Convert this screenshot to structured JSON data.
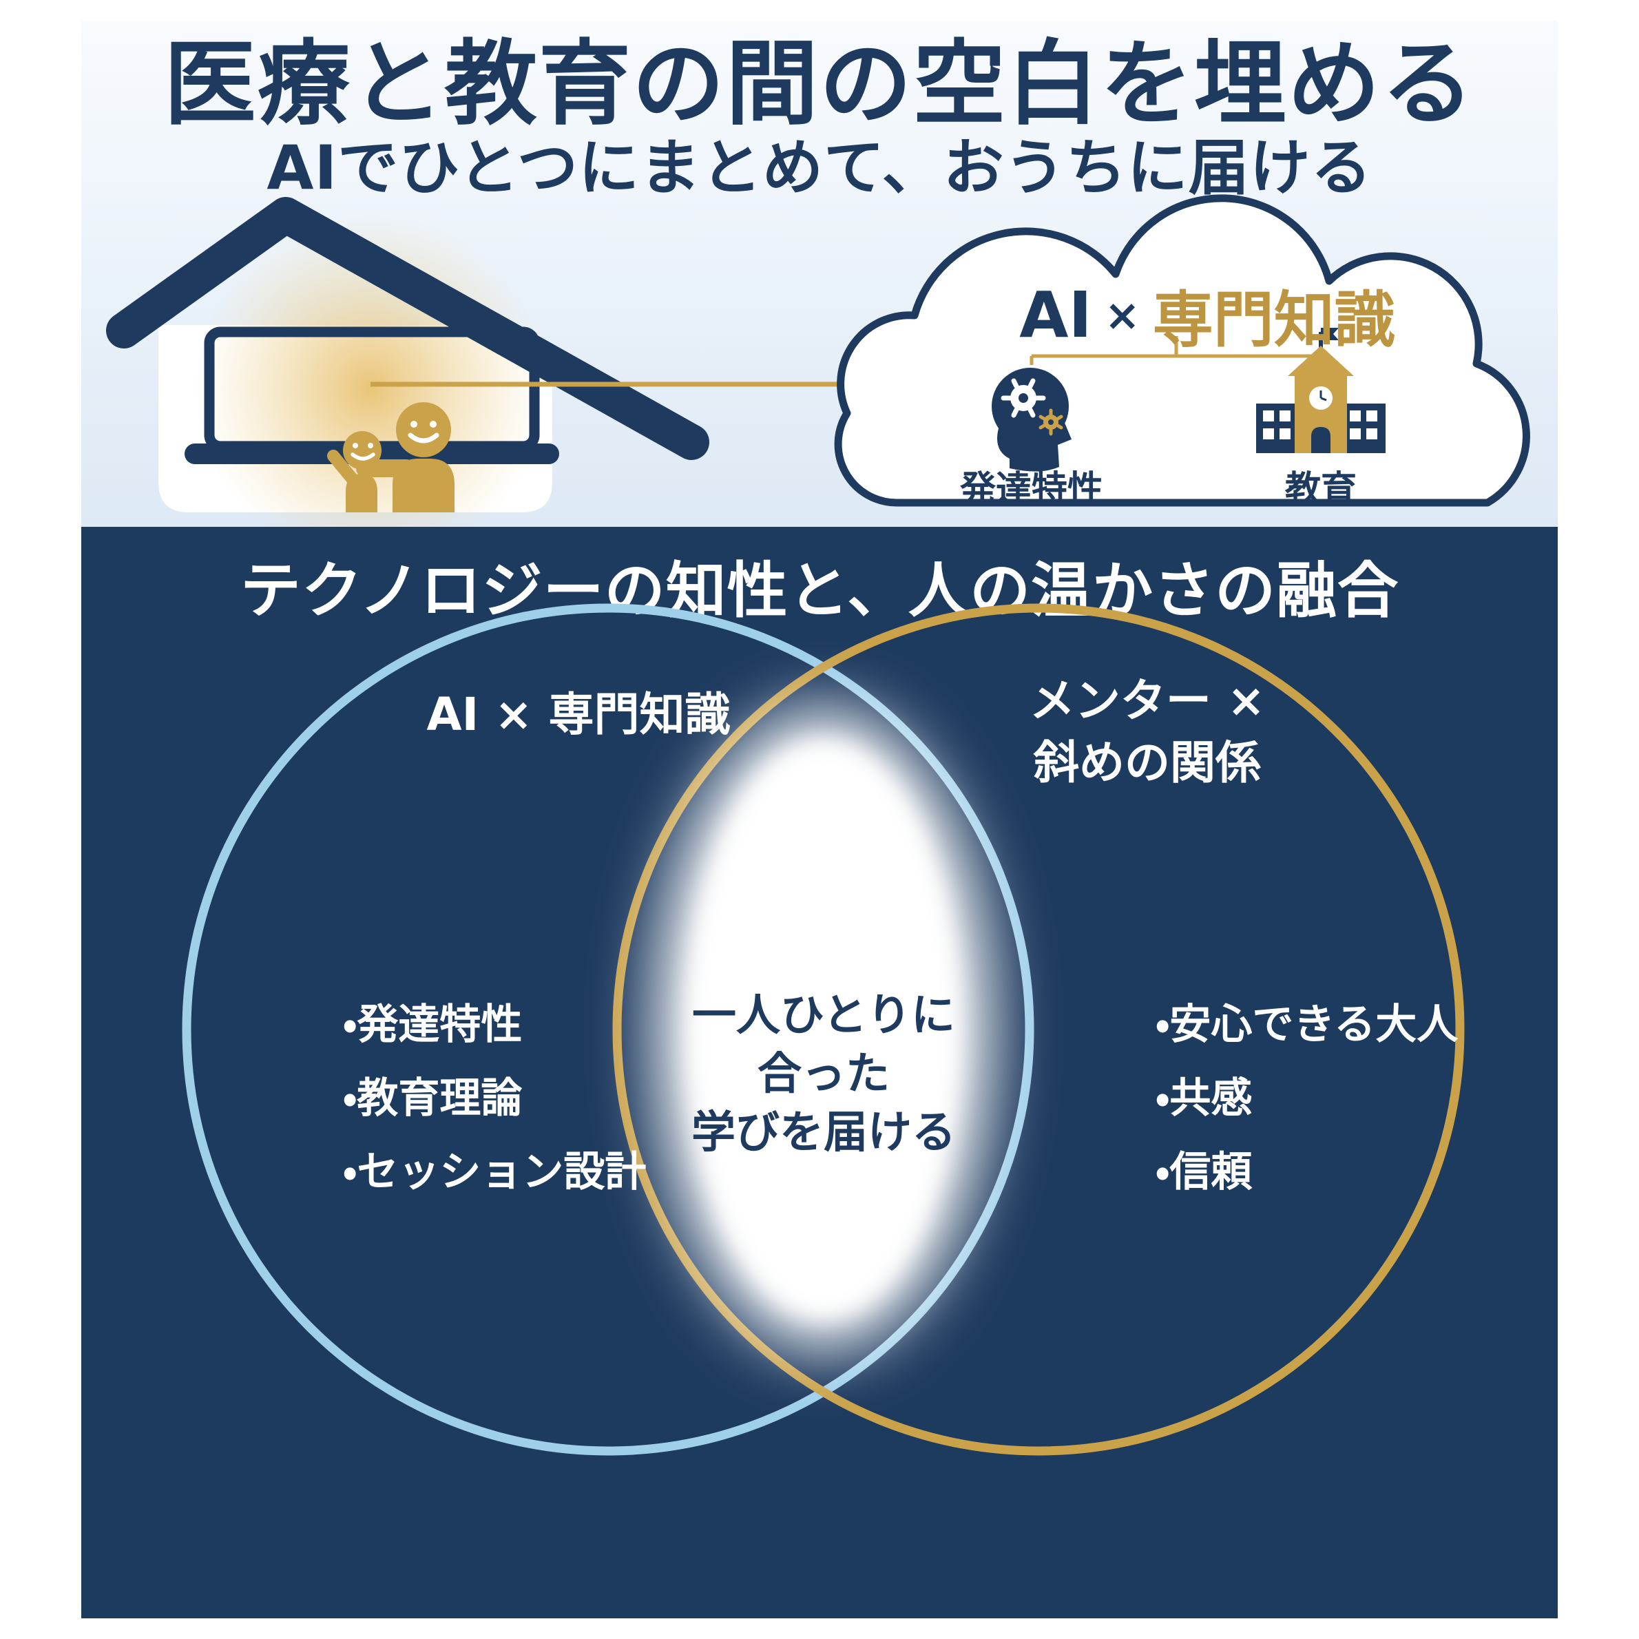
{
  "top": {
    "title": "医療と教育の間の空白を埋める",
    "subtitle": "AIでひとつにまとめて、おうちに届ける",
    "cloud": {
      "ai": "AI",
      "times": "×",
      "expertise": "専門知識",
      "left_label": "発達特性",
      "right_label": "教育"
    }
  },
  "bottom": {
    "title": "テクノロジーの知性と、人の温かさの融合",
    "left_circle": {
      "heading": "AI × 専門知識",
      "items": [
        "・発達特性",
        "・教育理論",
        "・セッション設計"
      ]
    },
    "right_circle": {
      "heading_line1": "メンター ×",
      "heading_line2": "斜めの関係",
      "items": [
        "・安心できる大人",
        "・共感",
        "・信頼"
      ]
    },
    "center": {
      "line1": "一人ひとりに",
      "line2": "合った",
      "line3": "学びを届ける"
    }
  },
  "icons": {
    "house": "house-icon",
    "laptop": "laptop-icon",
    "family": "parent-child-icon",
    "cloud": "cloud-icon",
    "brain": "brain-gears-icon",
    "school": "school-icon"
  },
  "colors": {
    "navy": "#1e3a5f",
    "panel_navy": "#1d3a5f",
    "gold": "#c9a24a",
    "gold_text": "#bd9540",
    "light_blue": "#9fd0ea",
    "glow": "#e9c272"
  }
}
